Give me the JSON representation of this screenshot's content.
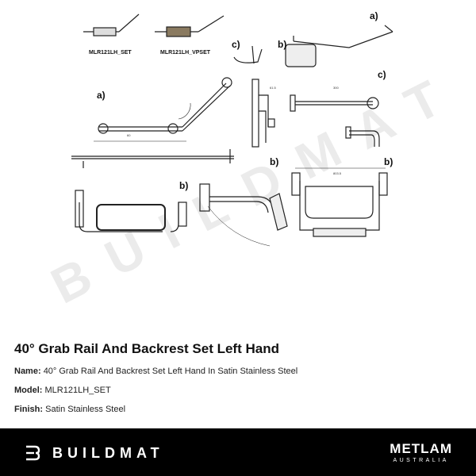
{
  "drawings": {
    "thumbnails": [
      {
        "caption": "MLR121LH_SET"
      },
      {
        "caption": "MLR121LH_VPSET"
      }
    ],
    "tags": {
      "a": "a)",
      "b": "b)",
      "c": "c)"
    }
  },
  "watermark": "BUILDMAT",
  "product": {
    "title": "40° Grab Rail And Backrest Set Left Hand",
    "specs": [
      {
        "key": "Name:",
        "value": "40° Grab Rail And Backrest Set Left Hand In Satin Stainless Steel"
      },
      {
        "key": "Model:",
        "value": "MLR121LH_SET"
      },
      {
        "key": "Finish:",
        "value": "Satin Stainless Steel"
      }
    ]
  },
  "footer": {
    "brand": "BUILDMAT",
    "partner": {
      "name": "METLAM",
      "sub": "AUSTRALIA"
    }
  },
  "colors": {
    "footer_bg": "#000000",
    "footer_text": "#ffffff",
    "line": "#222222"
  }
}
